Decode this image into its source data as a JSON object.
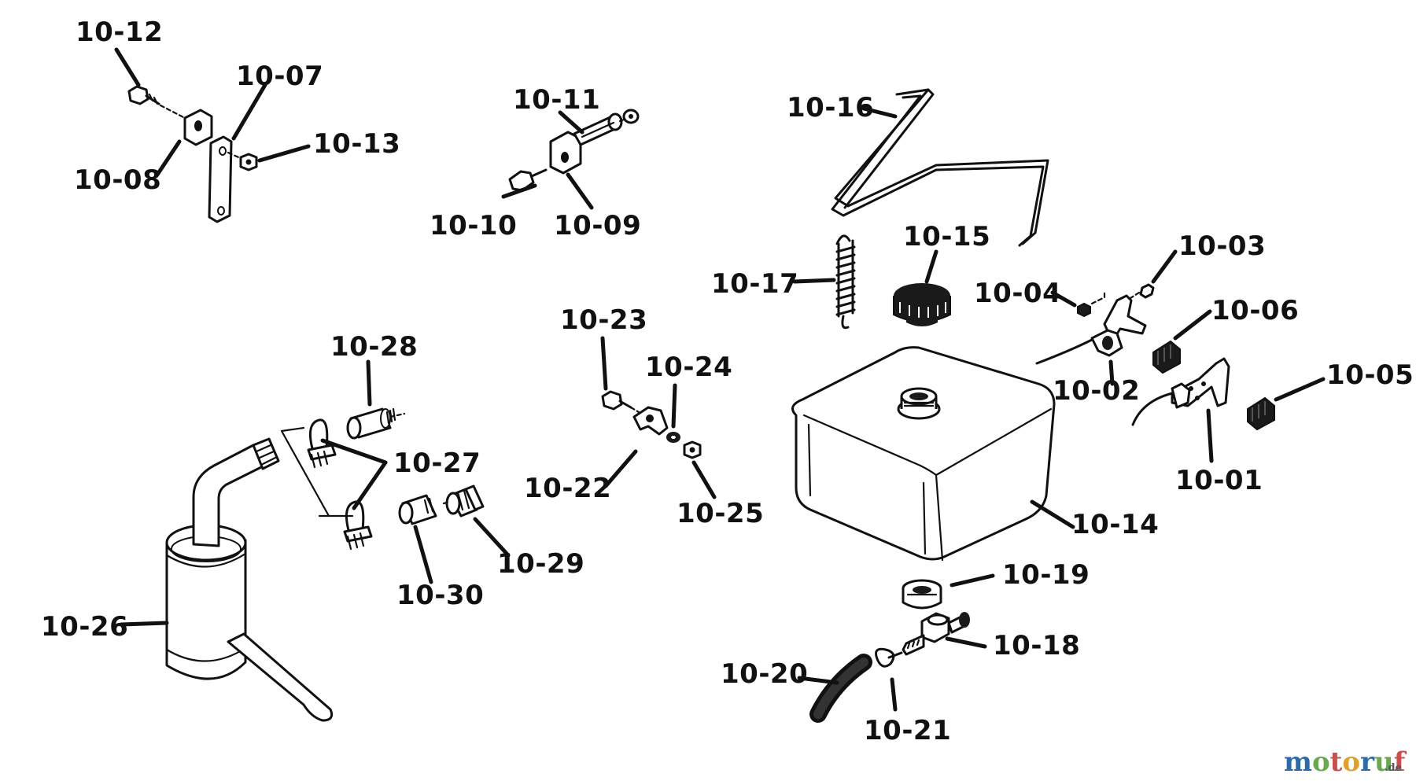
{
  "parts": [
    {
      "id": "10-01",
      "label": "10-01",
      "name": "throttle-control-10-01"
    },
    {
      "id": "10-02",
      "label": "10-02",
      "name": "throttle-bracket-10-02"
    },
    {
      "id": "10-03",
      "label": "10-03",
      "name": "screw-10-03"
    },
    {
      "id": "10-04",
      "label": "10-04",
      "name": "nut-10-04"
    },
    {
      "id": "10-05",
      "label": "10-05",
      "name": "knob-10-05"
    },
    {
      "id": "10-06",
      "label": "10-06",
      "name": "knob-10-06"
    },
    {
      "id": "10-07",
      "label": "10-07",
      "name": "strap-10-07"
    },
    {
      "id": "10-08",
      "label": "10-08",
      "name": "clip-10-08"
    },
    {
      "id": "10-09",
      "label": "10-09",
      "name": "bracket-10-09"
    },
    {
      "id": "10-10",
      "label": "10-10",
      "name": "bolt-10-10"
    },
    {
      "id": "10-11",
      "label": "10-11",
      "name": "spacer-10-11"
    },
    {
      "id": "10-12",
      "label": "10-12",
      "name": "screw-10-12"
    },
    {
      "id": "10-13",
      "label": "10-13",
      "name": "nut-10-13"
    },
    {
      "id": "10-14",
      "label": "10-14",
      "name": "fuel-tank-10-14"
    },
    {
      "id": "10-15",
      "label": "10-15",
      "name": "fuel-cap-10-15"
    },
    {
      "id": "10-16",
      "label": "10-16",
      "name": "tank-strap-10-16"
    },
    {
      "id": "10-17",
      "label": "10-17",
      "name": "spring-10-17"
    },
    {
      "id": "10-18",
      "label": "10-18",
      "name": "shutoff-valve-10-18"
    },
    {
      "id": "10-19",
      "label": "10-19",
      "name": "bushing-10-19"
    },
    {
      "id": "10-20",
      "label": "10-20",
      "name": "fuel-line-10-20"
    },
    {
      "id": "10-21",
      "label": "10-21",
      "name": "hose-clamp-10-21"
    },
    {
      "id": "10-22",
      "label": "10-22",
      "name": "cable-clamp-10-22"
    },
    {
      "id": "10-23",
      "label": "10-23",
      "name": "screw-10-23"
    },
    {
      "id": "10-24",
      "label": "10-24",
      "name": "washer-10-24"
    },
    {
      "id": "10-25",
      "label": "10-25",
      "name": "nut-10-25"
    },
    {
      "id": "10-26",
      "label": "10-26",
      "name": "muffler-10-26"
    },
    {
      "id": "10-27",
      "label": "10-27",
      "name": "muffler-clamp-10-27"
    },
    {
      "id": "10-28",
      "label": "10-28",
      "name": "pipe-nipple-10-28"
    },
    {
      "id": "10-29",
      "label": "10-29",
      "name": "pipe-fitting-10-29"
    },
    {
      "id": "10-30",
      "label": "10-30",
      "name": "pipe-nipple-10-30"
    }
  ],
  "watermark": {
    "main": "motoruf",
    "suffix": ".de"
  }
}
